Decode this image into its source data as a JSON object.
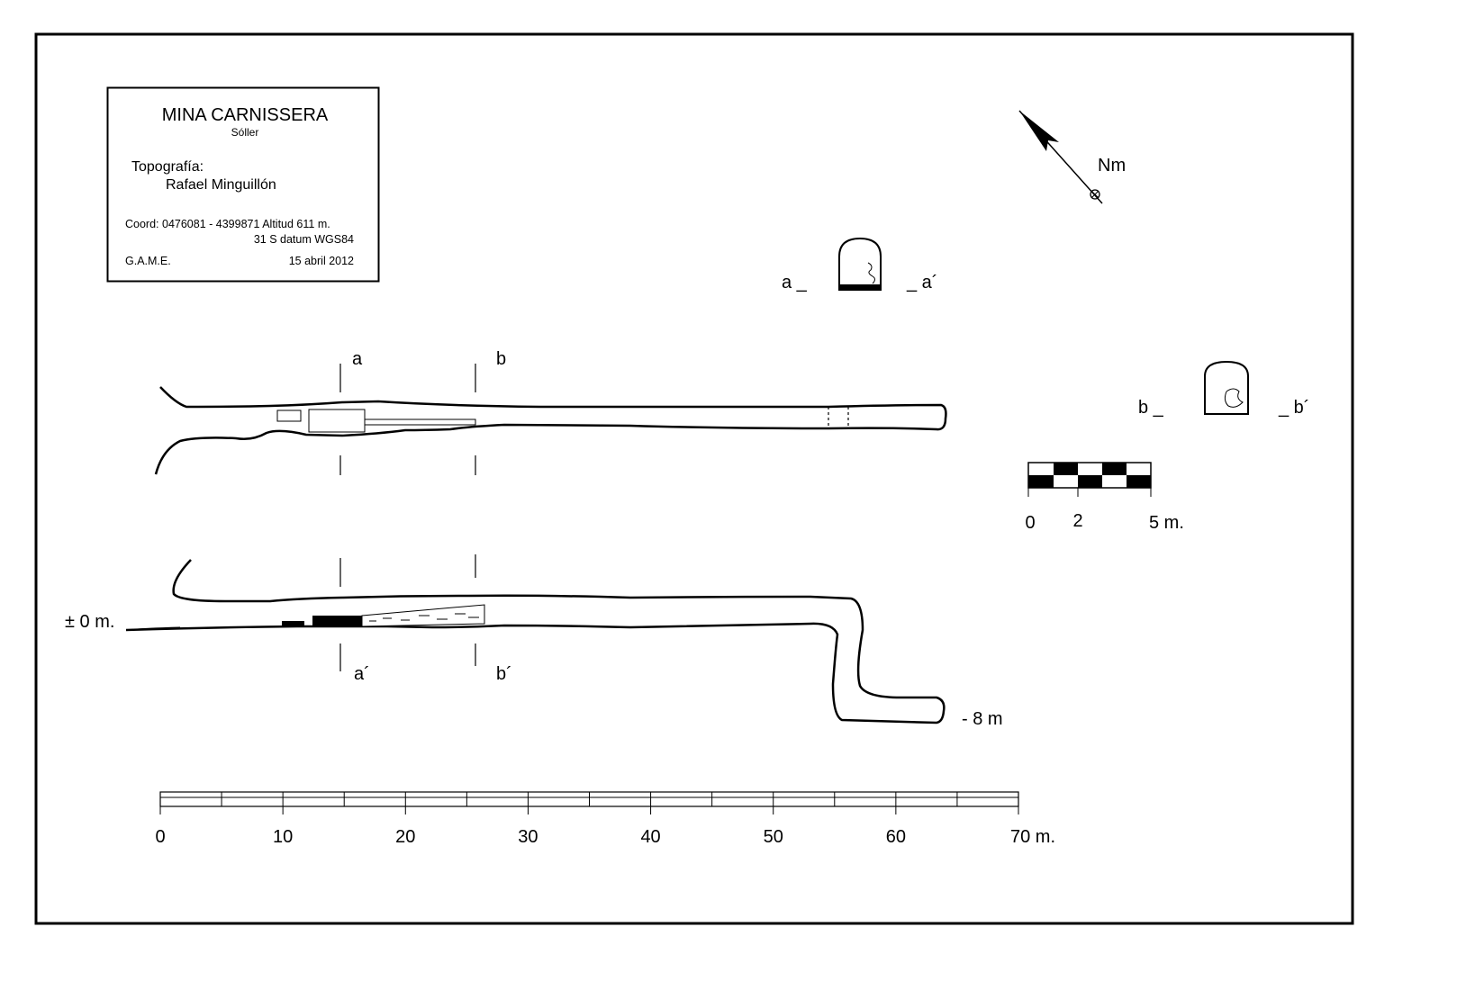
{
  "title_block": {
    "title": "MINA CARNISSERA",
    "location": "Sóller",
    "survey_label": "Topografía:",
    "surveyor": "Rafael Minguillón",
    "coords": "Coord:  0476081 - 4399871   Altitud 611 m.",
    "datum": "31 S  datum   WGS84",
    "group": "G.A.M.E.",
    "date": "15   abril   2012"
  },
  "north": {
    "label": "Nm"
  },
  "sections": {
    "a": "a",
    "a_prime": "a´",
    "b": "b",
    "b_prime": "b´",
    "a_left": "a _",
    "a_right": "_ a´",
    "b_left": "b _",
    "b_right": "_ b´"
  },
  "profile": {
    "zero_label": "± 0 m.",
    "depth_label": "-  8 m"
  },
  "small_scale": {
    "ticks": [
      "0",
      "2",
      "5 m."
    ]
  },
  "large_scale": {
    "ticks": [
      "0",
      "10",
      "20",
      "30",
      "40",
      "50",
      "60",
      "70 m."
    ]
  }
}
